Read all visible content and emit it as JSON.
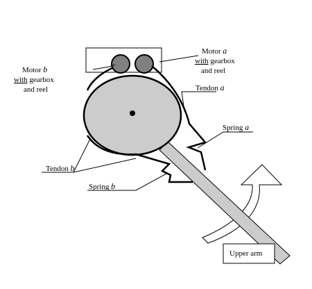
{
  "labels": {
    "motor_a": {
      "line1_prefix": "Motor ",
      "line1_var": "a",
      "line2_underlined": "with",
      "line2_rest": " gearbox",
      "line3": "and reel"
    },
    "motor_b": {
      "line1_prefix": "Motor ",
      "line1_var": "b",
      "line2_underlined": "with",
      "line2_rest": " gearbox",
      "line3": "and reel"
    },
    "tendon_a": {
      "prefix": "Tendon ",
      "var": "a"
    },
    "tendon_b": {
      "prefix": "Tendon ",
      "var": "b"
    },
    "spring_a": {
      "prefix": "Spring ",
      "var": "a"
    },
    "spring_b": {
      "prefix": "Spring ",
      "var": "b"
    },
    "upper_arm": "Upper arm"
  },
  "colors": {
    "joint_fill": "#cccccc",
    "motor_fill": "#808080",
    "arm_fill": "#cccccc",
    "stroke": "#000000",
    "wavy_underline": "#3a7d3a"
  }
}
